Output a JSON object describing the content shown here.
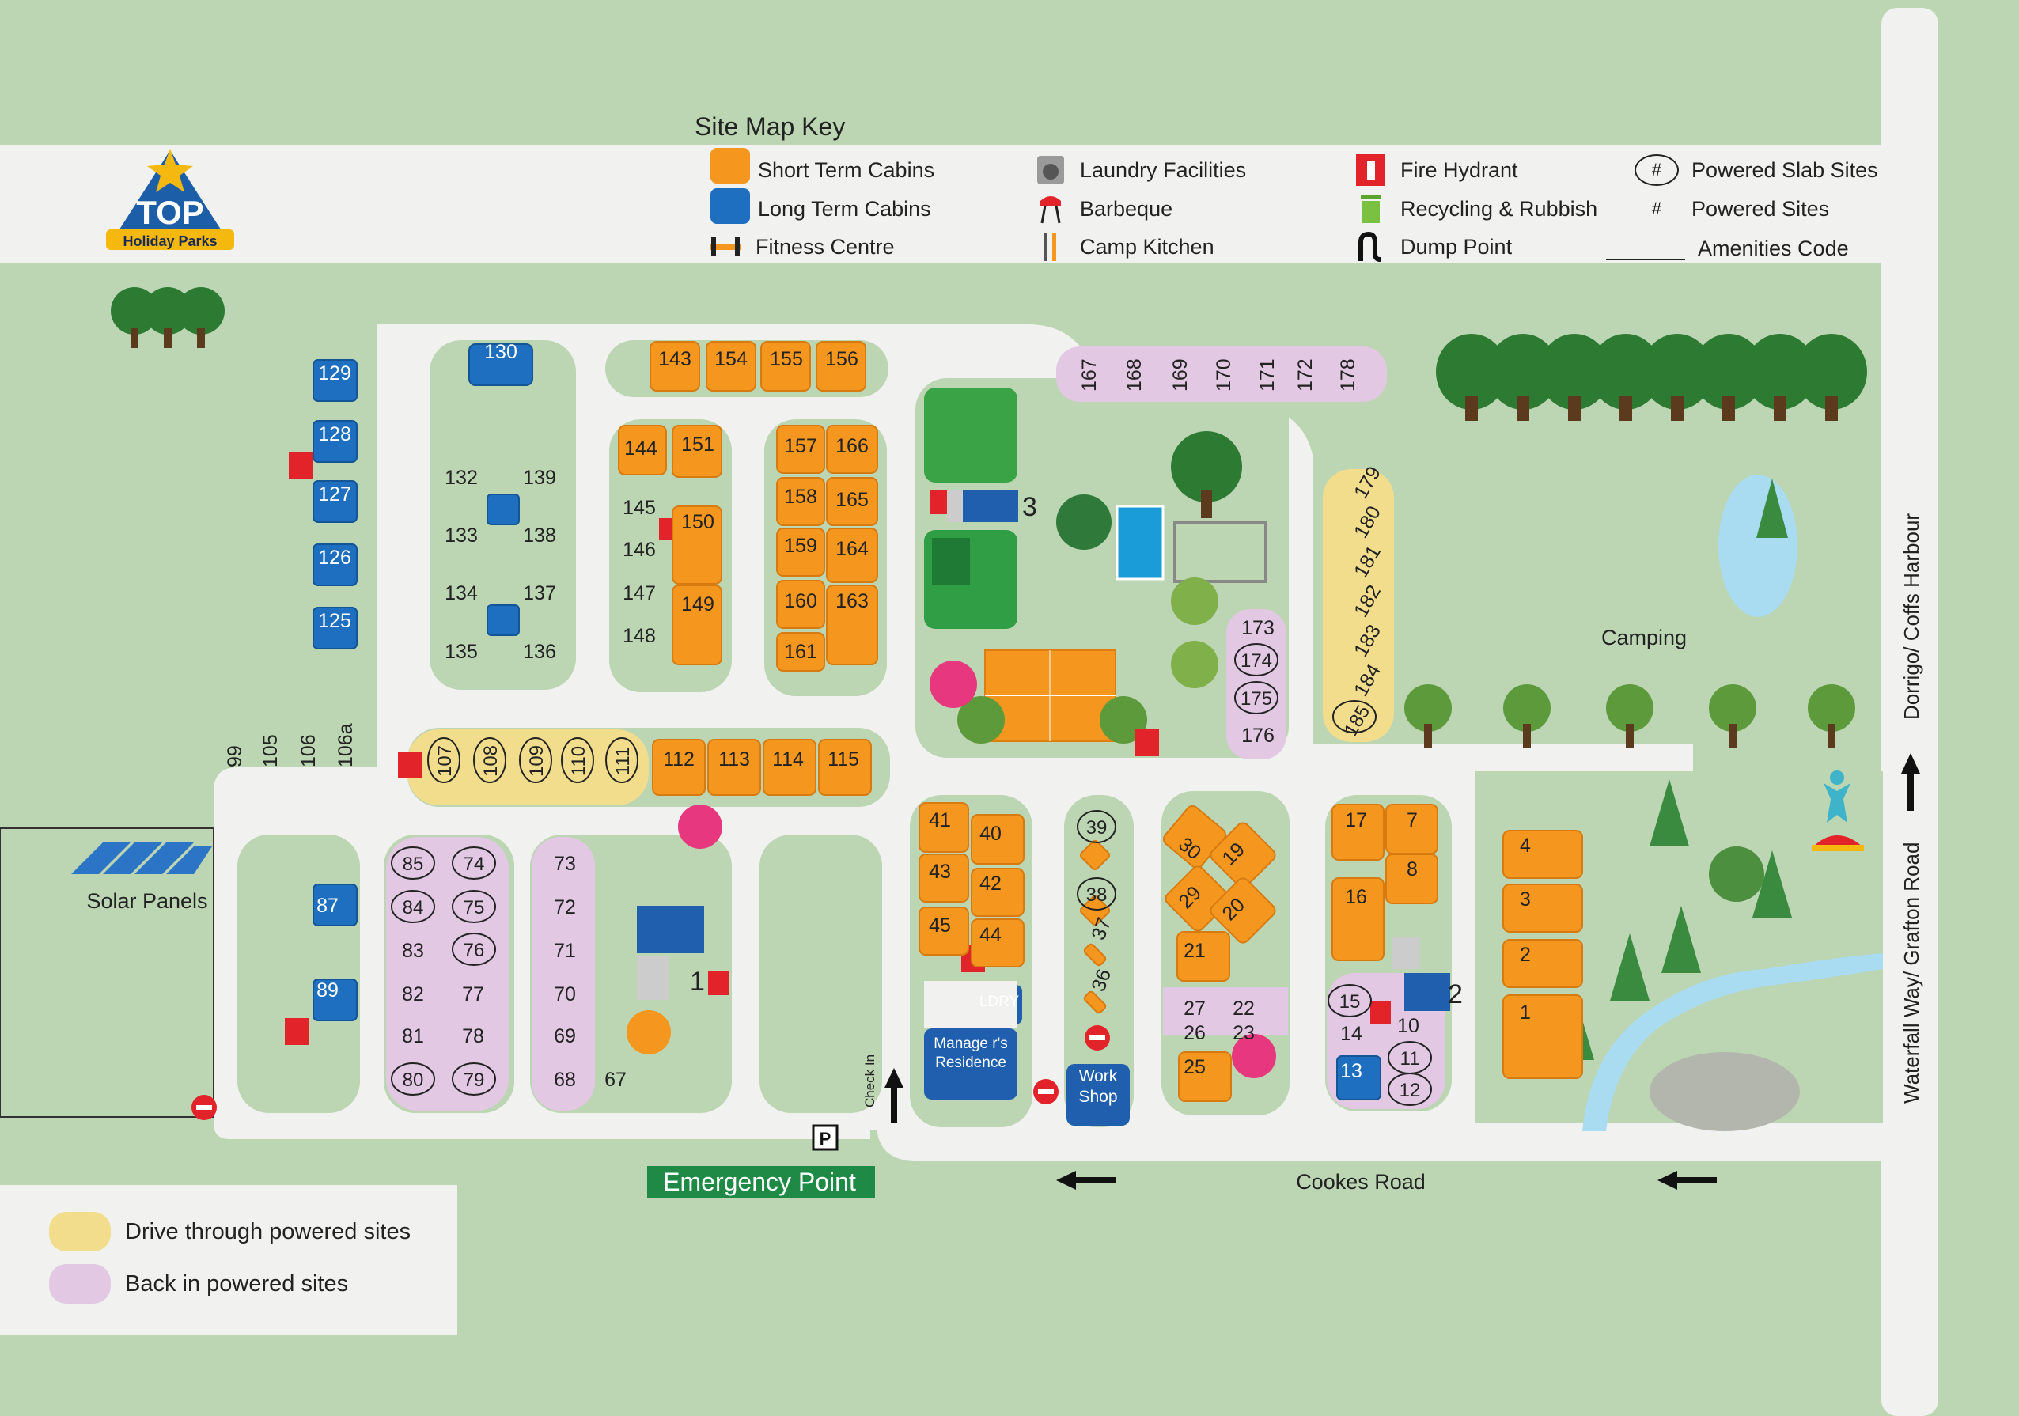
{
  "logo": {
    "brand": "TOP",
    "tagline": "Holiday Parks"
  },
  "key": {
    "title": "Site Map Key",
    "items": [
      {
        "label": "Short Term Cabins",
        "icon": "orange-cabin-icon"
      },
      {
        "label": "Long Term Cabins",
        "icon": "blue-cabin-icon"
      },
      {
        "label": "Fitness Centre",
        "icon": "dumbbell-icon"
      },
      {
        "label": "Laundry Facilities",
        "icon": "washing-machine-icon"
      },
      {
        "label": "Barbeque",
        "icon": "bbq-icon"
      },
      {
        "label": "Camp Kitchen",
        "icon": "utensils-icon"
      },
      {
        "label": "Fire Hydrant",
        "icon": "fire-hydrant-icon"
      },
      {
        "label": "Recycling & Rubbish",
        "icon": "bin-icon"
      },
      {
        "label": "Dump Point",
        "icon": "dump-point-icon"
      },
      {
        "label": "Powered Slab Sites",
        "icon": "circled-hash-icon",
        "symbol": "#"
      },
      {
        "label": "Powered Sites",
        "icon": "hash-icon",
        "symbol": "#"
      },
      {
        "label": "Amenities Code",
        "icon": "underline-icon"
      }
    ]
  },
  "legend": [
    {
      "label": "Drive through powered sites",
      "color": "#f2dd8d"
    },
    {
      "label": "Back in powered sites",
      "color": "#e2c8e3"
    }
  ],
  "labels": {
    "solar": "Solar Panels",
    "camping": "Camping",
    "emergency": "Emergency Point",
    "cookes_road": "Cookes Road",
    "waterfall_way": "Waterfall Way/ Grafton Road",
    "dorrigo": "Dorrigo/ Coffs Harbour",
    "check_in": "Check In",
    "managers": "Manage r's Residence",
    "ldry": "LDRY",
    "work_shop": "Work Shop",
    "parking": "P",
    "amenity_1": "1",
    "amenity_2": "2",
    "amenity_3": "3"
  },
  "colors": {
    "grass": "#bcd5b3",
    "road": "#f1f1ef",
    "short_term": "#f5961e",
    "long_term": "#1f6fc0",
    "drive_through": "#f2dd8d",
    "back_in": "#e2c8e3",
    "emergency": "#1e8a45",
    "hydrant": "#e3232a"
  },
  "sites": {
    "short_term_cabins": [
      "143",
      "154",
      "155",
      "156",
      "144",
      "151",
      "150",
      "149",
      "157",
      "166",
      "158",
      "165",
      "159",
      "164",
      "160",
      "163",
      "161",
      "112",
      "113",
      "114",
      "115",
      "41",
      "40",
      "43",
      "42",
      "45",
      "44",
      "30",
      "19",
      "29",
      "20",
      "21",
      "25",
      "17",
      "7",
      "8",
      "16",
      "4",
      "3",
      "2",
      "1"
    ],
    "long_term_cabins": [
      "130",
      "129",
      "128",
      "127",
      "126",
      "125",
      "87",
      "89",
      "13"
    ],
    "powered_slab_sites": [
      "107",
      "108",
      "109",
      "110",
      "111",
      "174",
      "175",
      "185",
      "85",
      "74",
      "84",
      "75",
      "76",
      "80",
      "79",
      "39",
      "38",
      "15",
      "11",
      "12"
    ],
    "powered_sites": [
      "99",
      "105",
      "106",
      "106a",
      "132",
      "139",
      "133",
      "138",
      "134",
      "137",
      "135",
      "136",
      "145",
      "146",
      "147",
      "148",
      "167",
      "168",
      "169",
      "170",
      "171",
      "172",
      "178",
      "179",
      "180",
      "181",
      "182",
      "183",
      "184",
      "173",
      "176",
      "73",
      "72",
      "71",
      "70",
      "69",
      "68",
      "67",
      "83",
      "82",
      "77",
      "81",
      "78",
      "37",
      "36",
      "27",
      "22",
      "26",
      "23",
      "14",
      "10"
    ]
  }
}
